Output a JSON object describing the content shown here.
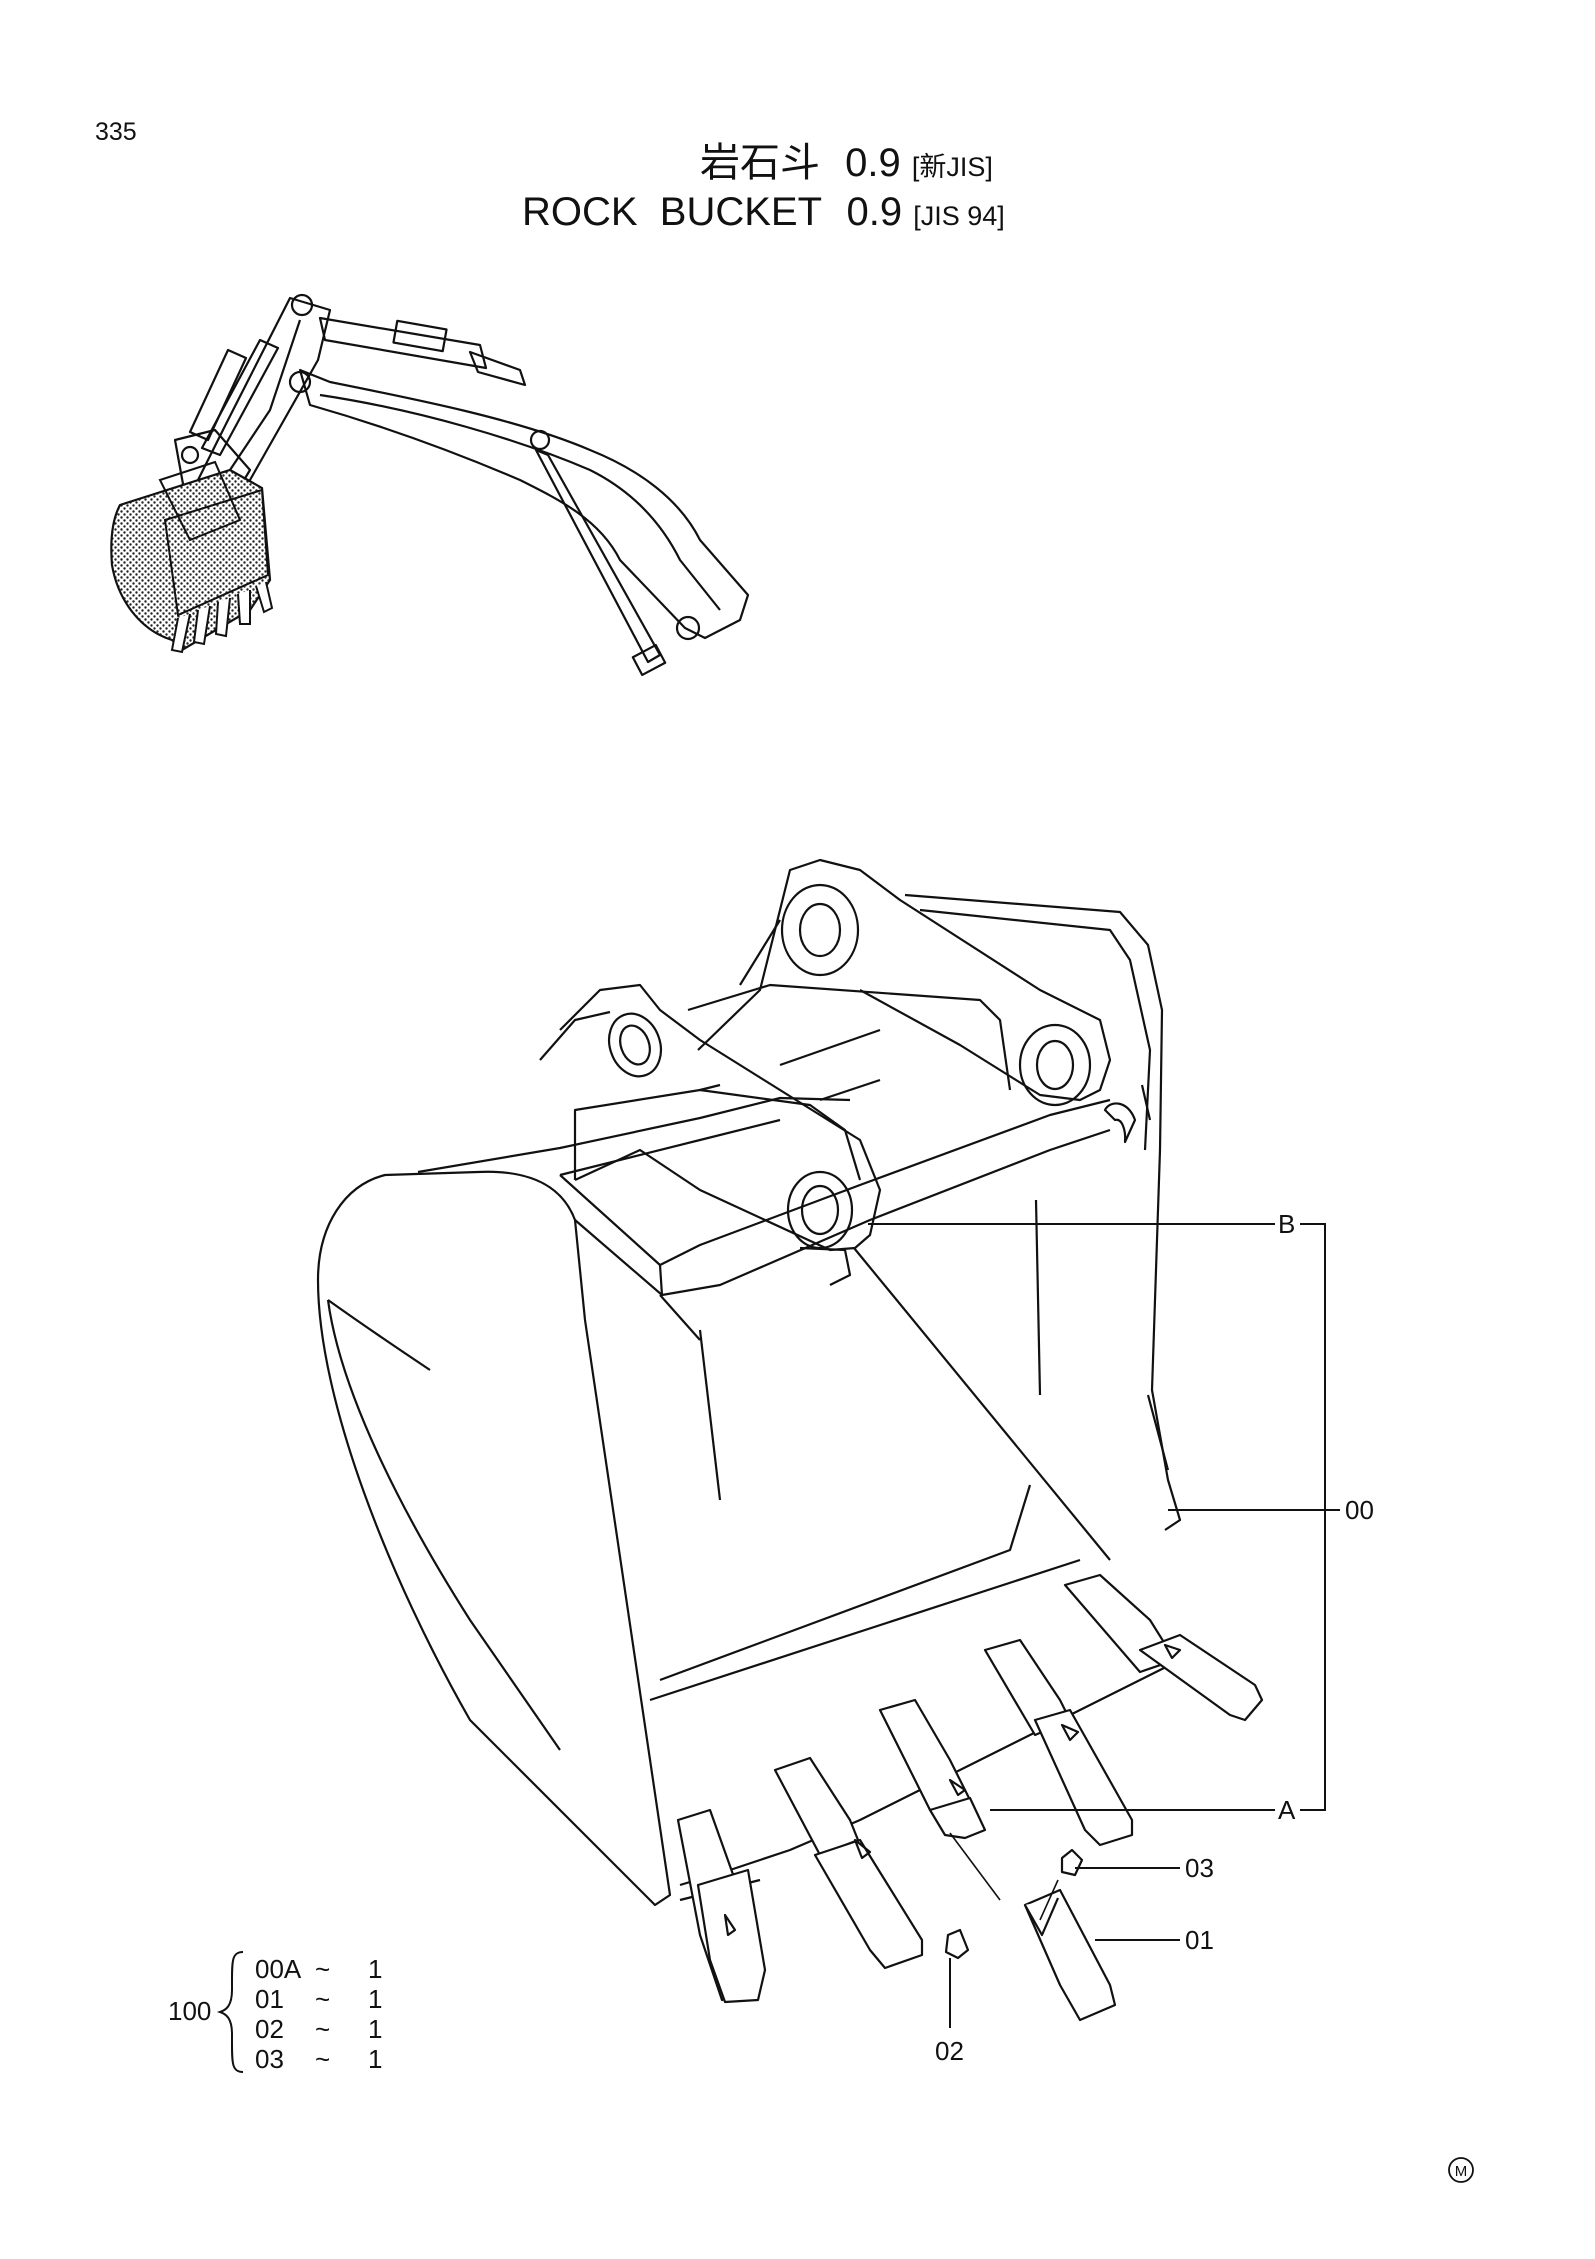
{
  "page_number": "335",
  "title": {
    "jp_main": "岩石斗",
    "jp_size": "0.9",
    "jp_standard": "[新JIS]",
    "en_main": "ROCK  BUCKET",
    "en_size": "0.9",
    "en_standard": "[JIS 94]"
  },
  "callouts": {
    "b": "B",
    "a": "A",
    "c00": "00",
    "c03": "03",
    "c01": "01",
    "c02": "02"
  },
  "kit": {
    "assembly": "100",
    "rows": [
      {
        "part": "00A",
        "sep": "~",
        "qty": "1"
      },
      {
        "part": "01",
        "sep": "~",
        "qty": "1"
      },
      {
        "part": "02",
        "sep": "~",
        "qty": "1"
      },
      {
        "part": "03",
        "sep": "~",
        "qty": "1"
      }
    ]
  },
  "mark": "M"
}
